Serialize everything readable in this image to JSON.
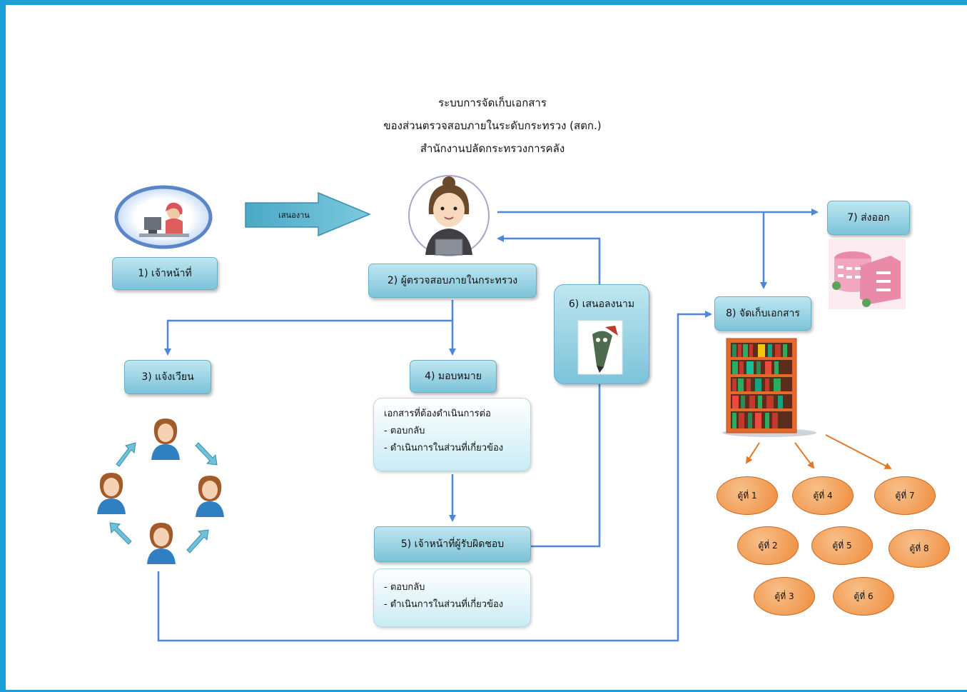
{
  "title": {
    "line1": "ระบบการจัดเก็บเอกสาร",
    "line2": "ของส่วนตรวจสอบภายในระดับกระทรวง (สตก.)",
    "line3": "สำนักงานปลัดกระทรวงการคลัง"
  },
  "arrow_label": "เสนองาน",
  "steps": {
    "s1": "1) เจ้าหน้าที่",
    "s2": "2) ผู้ตรวจสอบภายในกระทรวง",
    "s3": "3) แจ้งเวียน",
    "s4": "4) มอบหมาย",
    "s5": "5) เจ้าหน้าที่ผู้รับผิดชอบ",
    "s6": "6) เสนอลงนาม",
    "s7": "7) ส่งออก",
    "s8": "8) จัดเก็บเอกสาร"
  },
  "note4": {
    "heading": "เอกสารที่ต้องดำเนินการต่อ",
    "item1": "- ตอบกลับ",
    "item2": "- ดำเนินการในส่วนที่เกี่ยวข้อง"
  },
  "note5": {
    "item1": "- ตอบกลับ",
    "item2": "- ดำเนินการในส่วนที่เกี่ยวข้อง"
  },
  "cabinets": [
    "ตู้ที่ 1",
    "ตู้ที่ 2",
    "ตู้ที่ 3",
    "ตู้ที่ 4",
    "ตู้ที่ 5",
    "ตู้ที่ 6",
    "ตู้ที่ 7",
    "ตู้ที่ 8"
  ],
  "colors": {
    "frame": "#1a9fd8",
    "connector": "#4f86d8",
    "box": "#8fcfe0",
    "cabinet": "#f0a060",
    "cabinet_arrow": "#e07a2a"
  },
  "icons": [
    "officer-at-desk-icon",
    "inspector-avatar-icon",
    "pen-writing-icon",
    "office-building-icon",
    "bookshelf-icon",
    "staff-person-icon"
  ]
}
